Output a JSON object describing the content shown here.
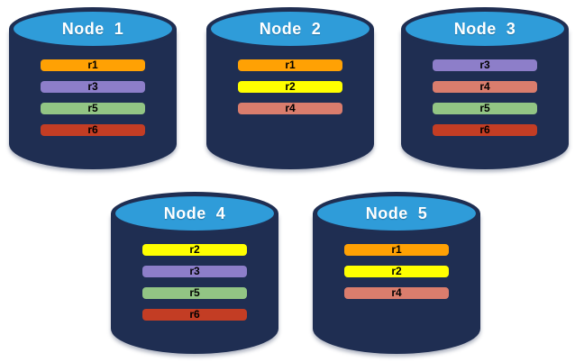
{
  "diagram": {
    "nodes": [
      {
        "id": "node-1",
        "label": "Node  1",
        "replicas": [
          "r1",
          "r3",
          "r5",
          "r6"
        ]
      },
      {
        "id": "node-2",
        "label": "Node  2",
        "replicas": [
          "r1",
          "r2",
          "r4"
        ]
      },
      {
        "id": "node-3",
        "label": "Node  3",
        "replicas": [
          "r3",
          "r4",
          "r5",
          "r6"
        ]
      },
      {
        "id": "node-4",
        "label": "Node  4",
        "replicas": [
          "r2",
          "r3",
          "r5",
          "r6"
        ]
      },
      {
        "id": "node-5",
        "label": "Node  5",
        "replicas": [
          "r1",
          "r2",
          "r4"
        ]
      }
    ],
    "replica_colors": {
      "r1": "#FFA104",
      "r2": "#FFFF00",
      "r3": "#8D7EC9",
      "r4": "#DA7D6D",
      "r5": "#92C584",
      "r6": "#C33D24"
    },
    "colors": {
      "cylinder_body": "#1F2E52",
      "cylinder_top": "#2F9CD9",
      "node_title_text": "#FFFFFF",
      "replica_label_text": "#000000",
      "background": "#FFFFFF"
    }
  }
}
